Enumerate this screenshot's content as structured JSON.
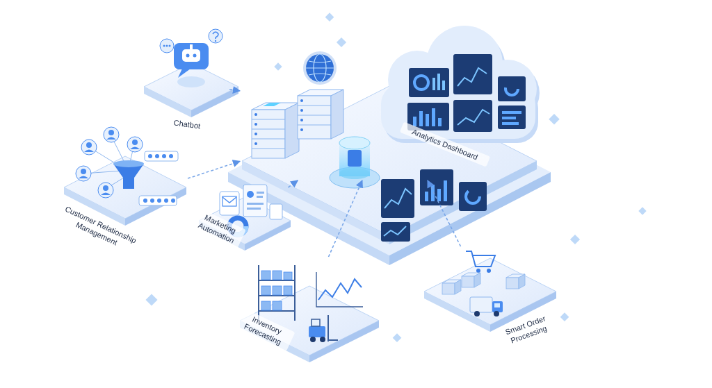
{
  "diagram": {
    "nodes": [
      {
        "text": [
          "Chatbot"
        ]
      },
      {
        "text": [
          "Analytics Dashboard"
        ]
      },
      {
        "text": [
          "Customer Relationship Management"
        ]
      },
      {
        "text": [
          "Marketing Automation"
        ]
      },
      {
        "text": [
          "Inventory Forecasting"
        ]
      },
      {
        "text": [
          "Smart Order Processing"
        ]
      }
    ],
    "edges": [
      {
        "from": 0,
        "to": 1,
        "arrow": "to"
      },
      {
        "from": 2,
        "to": 1,
        "arrow": "to"
      },
      {
        "from": 3,
        "to": 1,
        "arrow": "to"
      },
      {
        "from": 4,
        "to": 1,
        "arrow": "to"
      },
      {
        "from": 5,
        "to": 1,
        "arrow": "to"
      }
    ]
  }
}
